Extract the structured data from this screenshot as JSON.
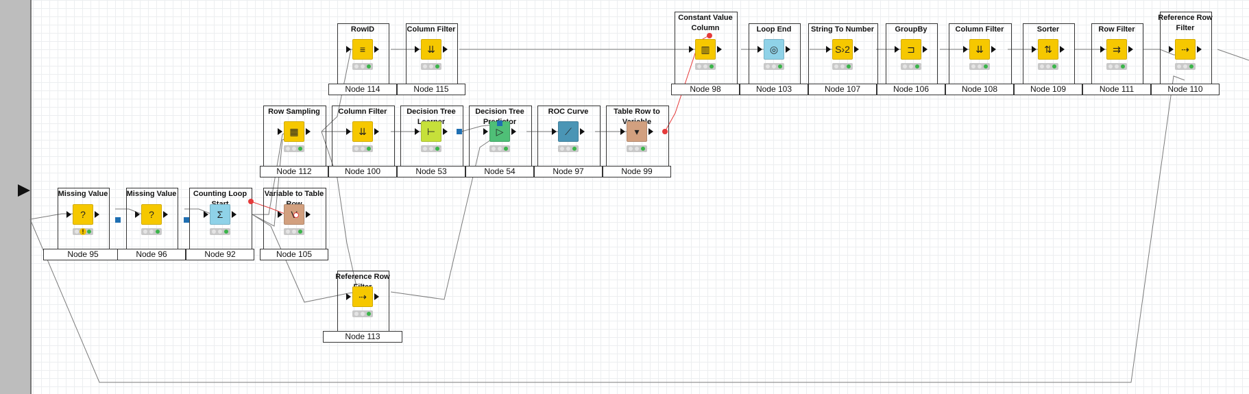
{
  "workflow": {
    "nodes": [
      {
        "key": "n95",
        "title": "Missing Value",
        "label": "Node 95",
        "icon": "question-icon",
        "color": "#f6c800",
        "glyph": "?",
        "warning": "!"
      },
      {
        "key": "n96",
        "title": "Missing Value",
        "label": "Node 96",
        "icon": "question-icon",
        "color": "#f6c800",
        "glyph": "?"
      },
      {
        "key": "n92",
        "title": "Counting Loop Start",
        "label": "Node 92",
        "icon": "loop-start-icon",
        "color": "#8fd2e8",
        "glyph": "Σ"
      },
      {
        "key": "n105",
        "title": "Variable to Table Row",
        "label": "Node 105",
        "icon": "variable-to-table-icon",
        "color": "#d2a07f",
        "glyph": "V"
      },
      {
        "key": "n112",
        "title": "Row Sampling",
        "label": "Node 112",
        "icon": "grid-icon",
        "color": "#f6c800",
        "glyph": "▦"
      },
      {
        "key": "n100",
        "title": "Column Filter",
        "label": "Node 100",
        "icon": "filter-icon",
        "color": "#f6c800",
        "glyph": "⇊"
      },
      {
        "key": "n53",
        "title": "Decision Tree Learner",
        "label": "Node 53",
        "icon": "tree-learner-icon",
        "color": "#c6e03a",
        "glyph": "⊢"
      },
      {
        "key": "n54",
        "title": "Decision Tree Predictor",
        "label": "Node 54",
        "icon": "tree-predictor-icon",
        "color": "#4fbf77",
        "glyph": "▷"
      },
      {
        "key": "n97",
        "title": "ROC Curve",
        "label": "Node 97",
        "icon": "chart-icon",
        "color": "#4a95b5",
        "glyph": "⟋"
      },
      {
        "key": "n99",
        "title": "Table Row to Variable",
        "label": "Node 99",
        "icon": "table-to-variable-icon",
        "color": "#d2a07f",
        "glyph": "▾"
      },
      {
        "key": "n114",
        "title": "RowID",
        "label": "Node 114",
        "icon": "rowid-icon",
        "color": "#f6c800",
        "glyph": "≡"
      },
      {
        "key": "n115",
        "title": "Column Filter",
        "label": "Node 115",
        "icon": "filter-icon",
        "color": "#f6c800",
        "glyph": "⇊"
      },
      {
        "key": "n113",
        "title": "Reference Row Filter",
        "label": "Node 113",
        "icon": "reference-row-filter-icon",
        "color": "#f6c800",
        "glyph": "⇢"
      },
      {
        "key": "n98",
        "title": "Constant Value Column",
        "label": "Node 98",
        "icon": "constant-column-icon",
        "color": "#f6c800",
        "glyph": "▥"
      },
      {
        "key": "n103",
        "title": "Loop End",
        "label": "Node 103",
        "icon": "loop-end-icon",
        "color": "#8fd2e8",
        "glyph": "◎"
      },
      {
        "key": "n107",
        "title": "String To Number",
        "label": "Node 107",
        "icon": "convert-icon",
        "color": "#f6c800",
        "glyph": "S›2"
      },
      {
        "key": "n106",
        "title": "GroupBy",
        "label": "Node 106",
        "icon": "groupby-icon",
        "color": "#f6c800",
        "glyph": "⊐"
      },
      {
        "key": "n108",
        "title": "Column Filter",
        "label": "Node 108",
        "icon": "filter-icon",
        "color": "#f6c800",
        "glyph": "⇊"
      },
      {
        "key": "n109",
        "title": "Sorter",
        "label": "Node 109",
        "icon": "sort-icon",
        "color": "#f6c800",
        "glyph": "⇅"
      },
      {
        "key": "n111",
        "title": "Row Filter",
        "label": "Node 111",
        "icon": "row-filter-icon",
        "color": "#f6c800",
        "glyph": "⇉"
      },
      {
        "key": "n110",
        "title": "Reference Row Filter",
        "label": "Node 110",
        "icon": "reference-row-filter-icon",
        "color": "#f6c800",
        "glyph": "⇢"
      }
    ]
  },
  "colors": {
    "connection": "#7a7a7a",
    "variable_connection": "#e53b3b",
    "frame": "#333333"
  }
}
